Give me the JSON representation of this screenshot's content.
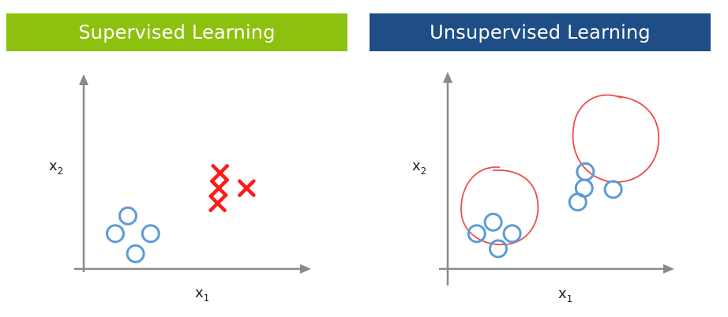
{
  "panels": [
    {
      "title": "Supervised Learning",
      "header_color": "#8dc10f",
      "x_axis_label": "x",
      "x_axis_sub": "1",
      "y_axis_label": "x",
      "y_axis_sub": "2",
      "circle_points": [
        [
          0.25,
          0.28
        ],
        [
          0.35,
          0.42
        ],
        [
          0.53,
          0.28
        ],
        [
          0.41,
          0.12
        ]
      ],
      "cross_points": [
        [
          1.06,
          0.52
        ],
        [
          1.07,
          0.64
        ],
        [
          1.08,
          0.76
        ],
        [
          1.29,
          0.64
        ]
      ]
    },
    {
      "title": "Unsupervised Learning",
      "header_color": "#1f4e86",
      "x_axis_label": "x",
      "x_axis_sub": "1",
      "y_axis_label": "x",
      "y_axis_sub": "2",
      "cluster_a_points": [
        [
          0.23,
          0.28
        ],
        [
          0.36,
          0.37
        ],
        [
          0.51,
          0.28
        ],
        [
          0.4,
          0.16
        ]
      ],
      "cluster_b_points": [
        [
          1.03,
          0.53
        ],
        [
          1.08,
          0.64
        ],
        [
          1.31,
          0.63
        ],
        [
          1.09,
          0.77
        ]
      ]
    }
  ],
  "colors": {
    "circle_stroke": "#5b9bd5",
    "cross_stroke": "#ff1a1a",
    "cluster_outline": "#ef4b4b",
    "axis": "#8a8a8a"
  }
}
